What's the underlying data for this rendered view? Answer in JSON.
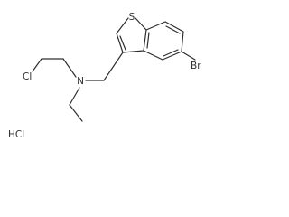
{
  "molecule": {
    "atoms": {
      "sulfur": "S",
      "bromine": "Br",
      "nitrogen": "N",
      "chlorine": "Cl",
      "salt": "HCl"
    },
    "colors": {
      "bond": "#2e2e2e",
      "label": "#2e2e2e",
      "background": "#ffffff"
    }
  }
}
